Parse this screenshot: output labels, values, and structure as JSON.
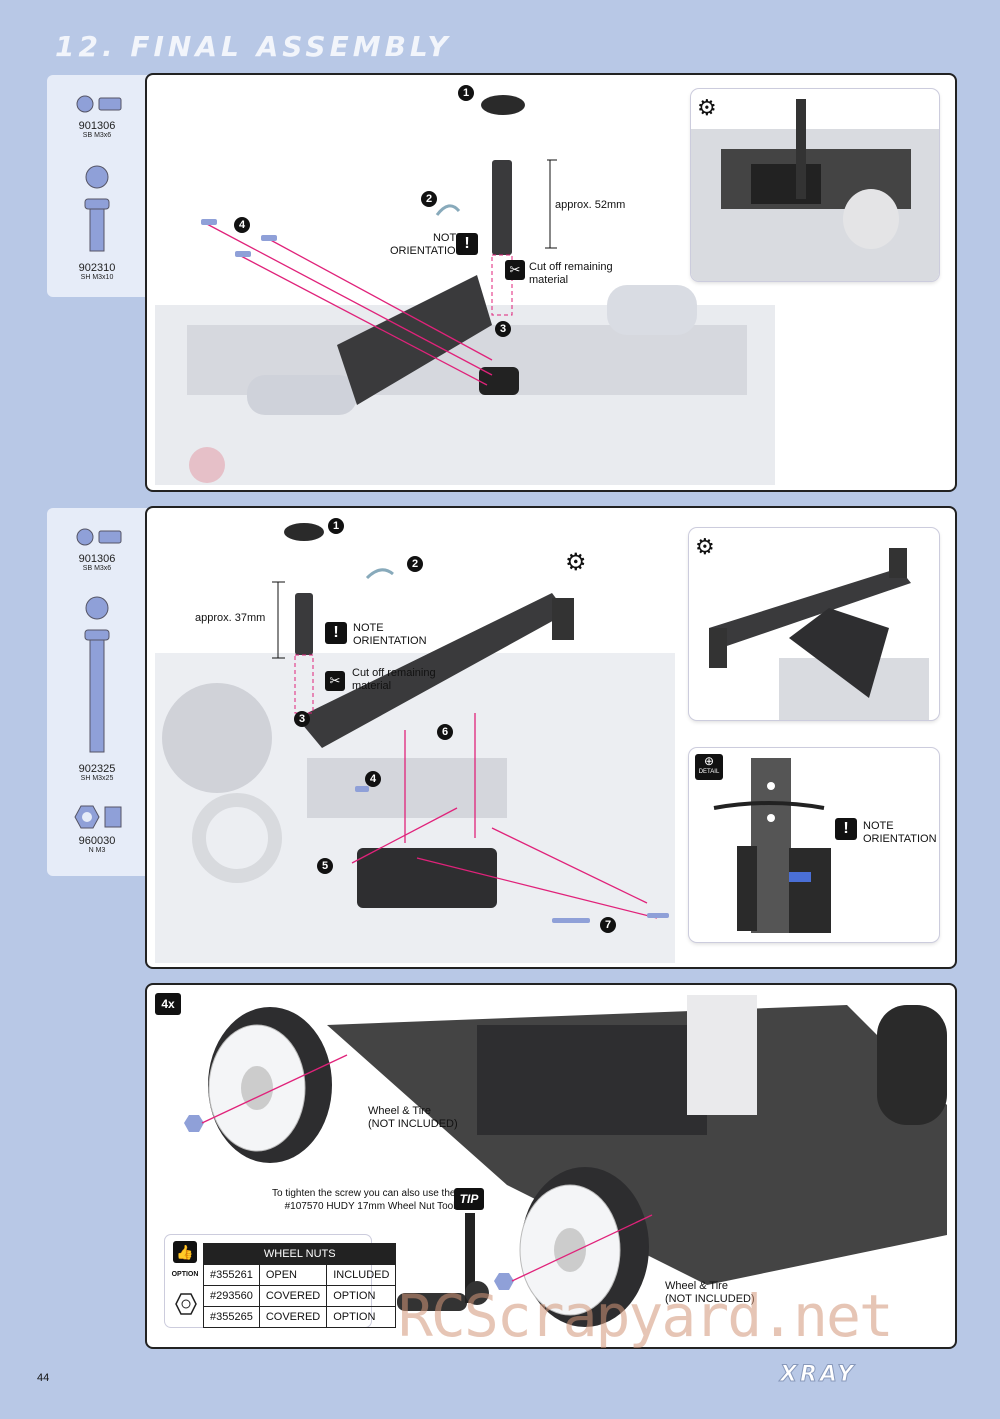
{
  "page": {
    "section_title": "12. FINAL ASSEMBLY",
    "page_number": "44",
    "brand": "XRAY",
    "watermark": "RCScrapyard.net"
  },
  "step1": {
    "parts": [
      {
        "code": "901306",
        "desc": "SB M3x6"
      },
      {
        "code": "902310",
        "desc": "SH M3x10"
      }
    ],
    "labels": {
      "n1": "1",
      "n2": "2",
      "n3": "3",
      "n4": "4",
      "height": "approx. 52mm",
      "note": "NOTE\nORIENTATION",
      "cut": "Cut off remaining\nmaterial",
      "warn": "!"
    }
  },
  "step2": {
    "parts": [
      {
        "code": "901306",
        "desc": "SB M3x6"
      },
      {
        "code": "902325",
        "desc": "SH M3x25"
      },
      {
        "code": "960030",
        "desc": "N M3"
      }
    ],
    "labels": {
      "n1": "1",
      "n2": "2",
      "n3": "3",
      "n4": "4",
      "n5": "5",
      "n6": "6",
      "n7": "7",
      "height": "approx. 37mm",
      "note": "NOTE\nORIENTATION",
      "cut": "Cut off remaining\nmaterial",
      "detail_note": "NOTE\nORIENTATION",
      "detail": "DETAIL",
      "warn": "!"
    }
  },
  "step3": {
    "multiplier": "4x",
    "wheel_label": "Wheel & Tire\n(NOT INCLUDED)",
    "wheel_label2": "Wheel & Tire\n(NOT INCLUDED)",
    "tip_text": "To tighten the screw you can also use the\n#107570 HUDY 17mm Wheel Nut Tool",
    "tip_badge": "TIP",
    "option_badge": "OPTION",
    "table": {
      "header": "WHEEL NUTS",
      "rows": [
        [
          "#355261",
          "OPEN",
          "INCLUDED"
        ],
        [
          "#293560",
          "COVERED",
          "OPTION"
        ],
        [
          "#355265",
          "COVERED",
          "OPTION"
        ]
      ]
    }
  },
  "colors": {
    "background": "#b8c8e6",
    "panel_border": "#222222",
    "accent_pink": "#e0227a"
  }
}
